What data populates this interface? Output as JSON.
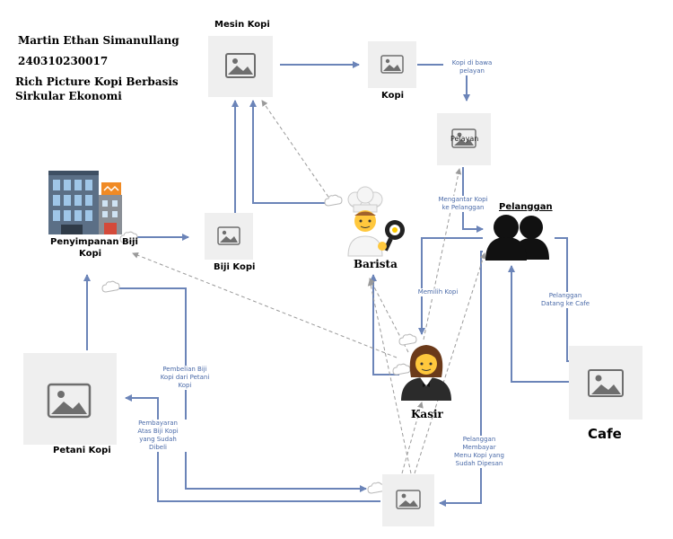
{
  "header": {
    "author": "Martin Ethan Simanullang",
    "student_id": "240310230017",
    "title_line1": "Rich Picture Kopi Berbasis",
    "title_line2": "Sirkular Ekonomi"
  },
  "nodes": {
    "mesin_kopi": "Mesin Kopi",
    "kopi": "Kopi",
    "pelayan": "Pelayan",
    "pelanggan": "Pelanggan",
    "barista": "Barista",
    "kasir": "Kasir",
    "cafe": "Cafe",
    "biji_kopi": "Biji Kopi",
    "penyimpanan_line1": "Penyimpanan Biji",
    "penyimpanan_line2": "Kopi",
    "petani_kopi": "Petani Kopi"
  },
  "edge_labels": {
    "kopi_dibawa": [
      "Kopi di bawa",
      "pelayan"
    ],
    "mengantar": [
      "Mengantar Kopi",
      "ke Pelanggan"
    ],
    "memilih": [
      "Memilih Kopi"
    ],
    "datang": [
      "Pelanggan",
      "Datang ke Cafe"
    ],
    "pembelian": [
      "Pembelian Biji",
      "Kopi dari Petani",
      "Kopi"
    ],
    "pembayaran": [
      "Pembayaran",
      "Atas Biji Kopi",
      "yang Sudah",
      "Dibeli"
    ],
    "membayar": [
      "Pelanggan",
      "Membayar",
      "Menu Kopi yang",
      "Sudah Dipesan"
    ]
  },
  "colors": {
    "arrow": "#6b84b8",
    "dashed": "#9a9a9a",
    "placeholder_bg": "#efefef",
    "placeholder_icon": "#6e6e6e",
    "edge_text": "#4a6aa8"
  }
}
